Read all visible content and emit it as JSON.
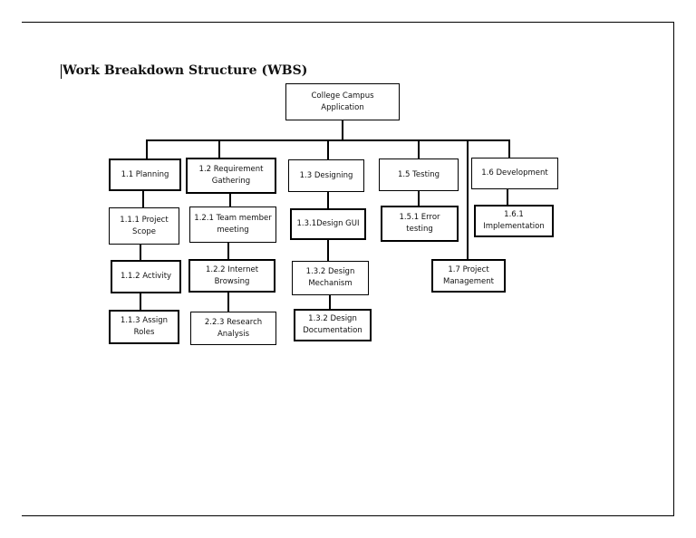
{
  "title": "Work Breakdown Structure (WBS)",
  "nodes": {
    "root": "College Campus Application",
    "n1_1": "1.1 Planning",
    "n1_1_1": "1.1.1 Project Scope",
    "n1_1_2": "1.1.2 Activity",
    "n1_1_3": "1.1.3   Assign Roles",
    "n1_2": "1.2 Requirement Gathering",
    "n1_2_1": "1.2.1 Team member meeting",
    "n1_2_2": "1.2.2 Internet Browsing",
    "n2_2_3": "2.2.3 Research Analysis",
    "n1_3": "1.3 Designing",
    "n1_3_1": "1.3.1Design GUI",
    "n1_3_2a": "1.3.2 Design Mechanism",
    "n1_3_2b": "1.3.2 Design Documentation",
    "n1_5": "1.5 Testing",
    "n1_5_1": "1.5.1 Error testing",
    "n1_6": "1.6 Development",
    "n1_6_1": "1.6.1 Implementation",
    "n1_7": "1.7 Project Management"
  }
}
